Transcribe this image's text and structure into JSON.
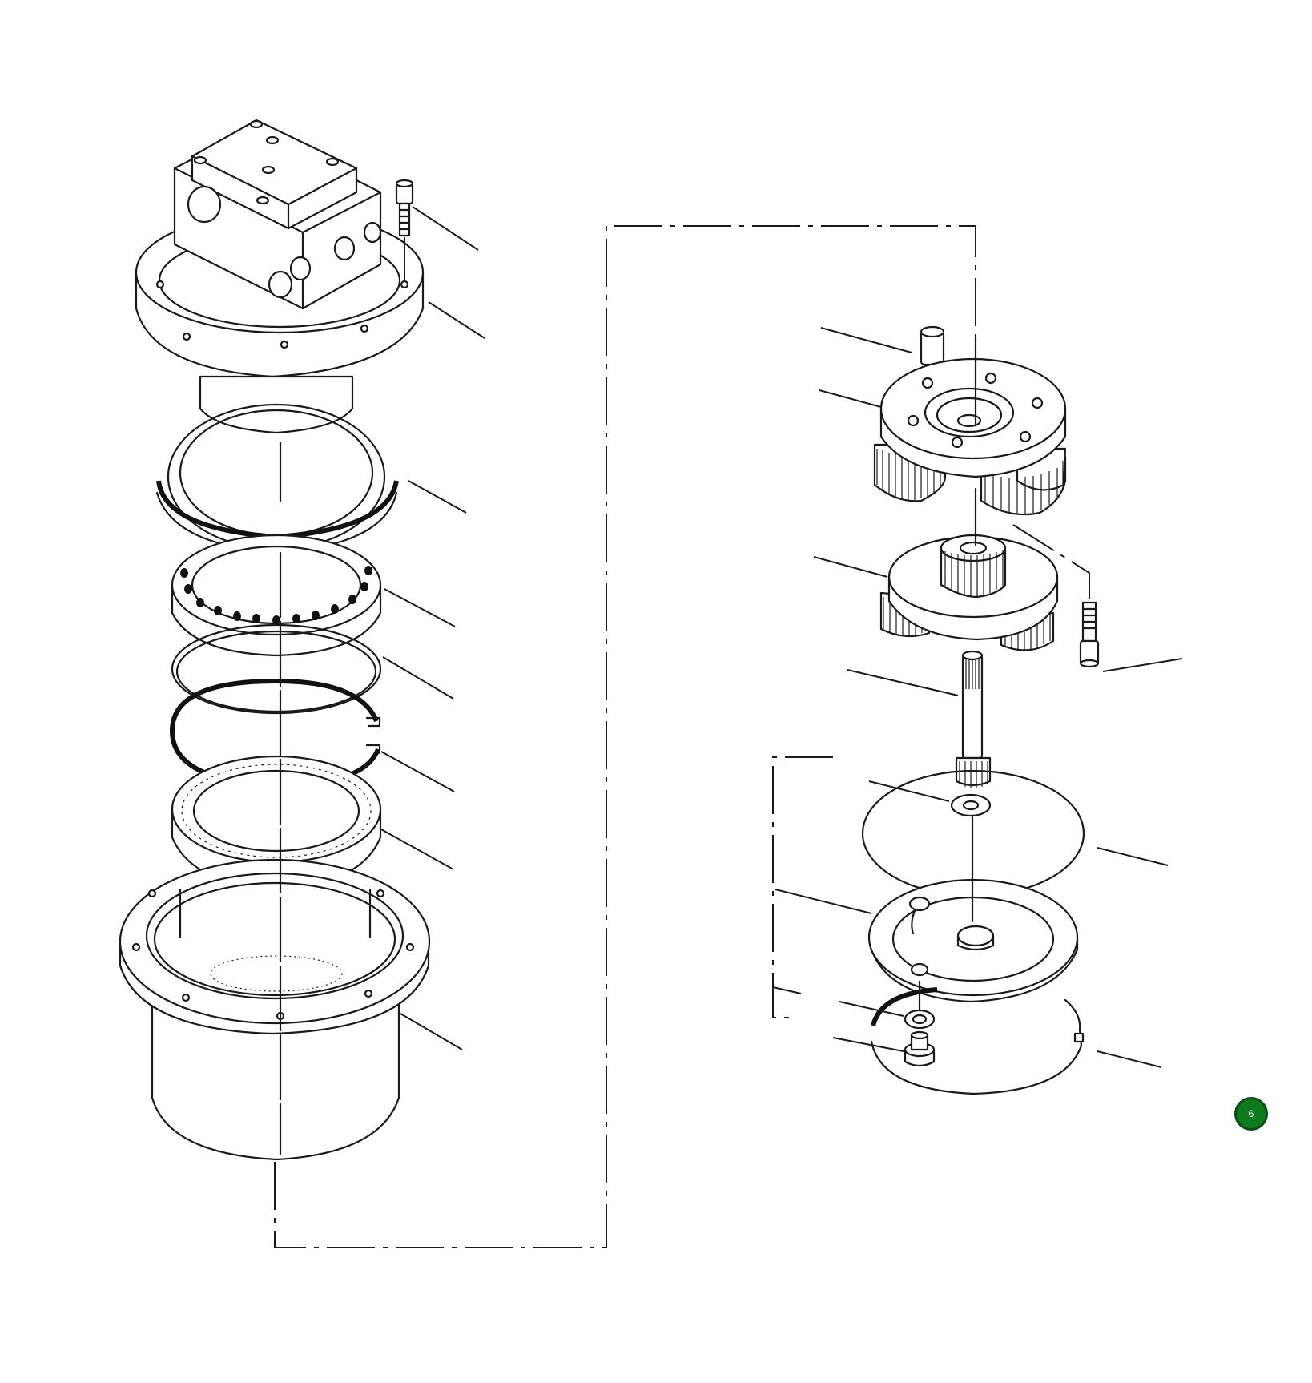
{
  "badge": {
    "label": "6",
    "color": "#0d7a1e",
    "icon": "page-number-badge"
  },
  "diagram": {
    "style": "exploded-view line drawing"
  }
}
